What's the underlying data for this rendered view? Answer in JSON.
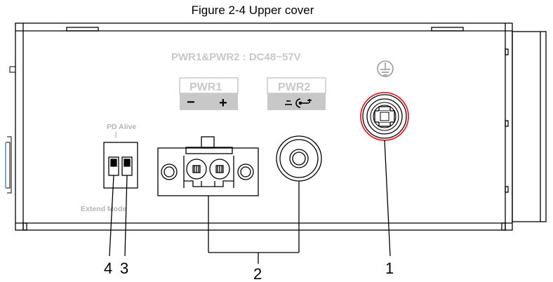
{
  "caption": "Figure 2-4 Upper cover",
  "panel": {
    "power_range_label": "PWR1&PWR2 : DC48~57V",
    "pwr1_label": "PWR1",
    "pwr1_minus": "−",
    "pwr1_plus": "+",
    "pwr2_label": "PWR2",
    "pd_alive_label": "PD Alive",
    "extend_mode_label": "Extend Mode"
  },
  "callouts": {
    "c1": "1",
    "c2": "2",
    "c3": "3",
    "c4": "4"
  },
  "colors": {
    "ground_ring": "#e0202a",
    "label_gray": "#c8c8c8",
    "line": "#000000"
  },
  "icons": [
    "ground-icon",
    "dc-jack-polarity-icon",
    "ground-screw-icon"
  ]
}
